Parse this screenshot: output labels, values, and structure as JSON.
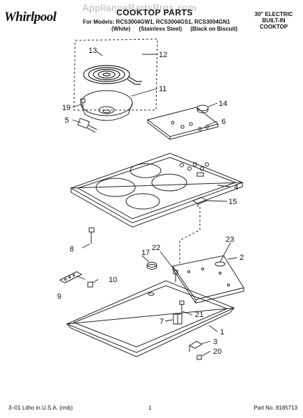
{
  "header": {
    "brand": "Whirlpool",
    "watermark": "AppliancePartsPros.com",
    "title": "COOKTOP PARTS",
    "models_line": "For Models: RCS3004GW1, RCS3004GS1, RCS3004GN1",
    "finishes": [
      "(White)",
      "(Stainless Steel)",
      "(Black on Biscuit)"
    ],
    "product_line1": "30\" ELECTRIC",
    "product_line2": "BUILT-IN",
    "product_line3": "COOKTOP"
  },
  "footer": {
    "litho": "3–01 Litho in U.S.A. (rmb)",
    "page_number": "1",
    "part_no": "Part No. 8185713"
  },
  "callouts": [
    "1",
    "2",
    "3",
    "4",
    "5",
    "6",
    "7",
    "8",
    "9",
    "10",
    "11",
    "12",
    "13",
    "14",
    "15",
    "17",
    "19",
    "20",
    "21",
    "22",
    "23"
  ]
}
